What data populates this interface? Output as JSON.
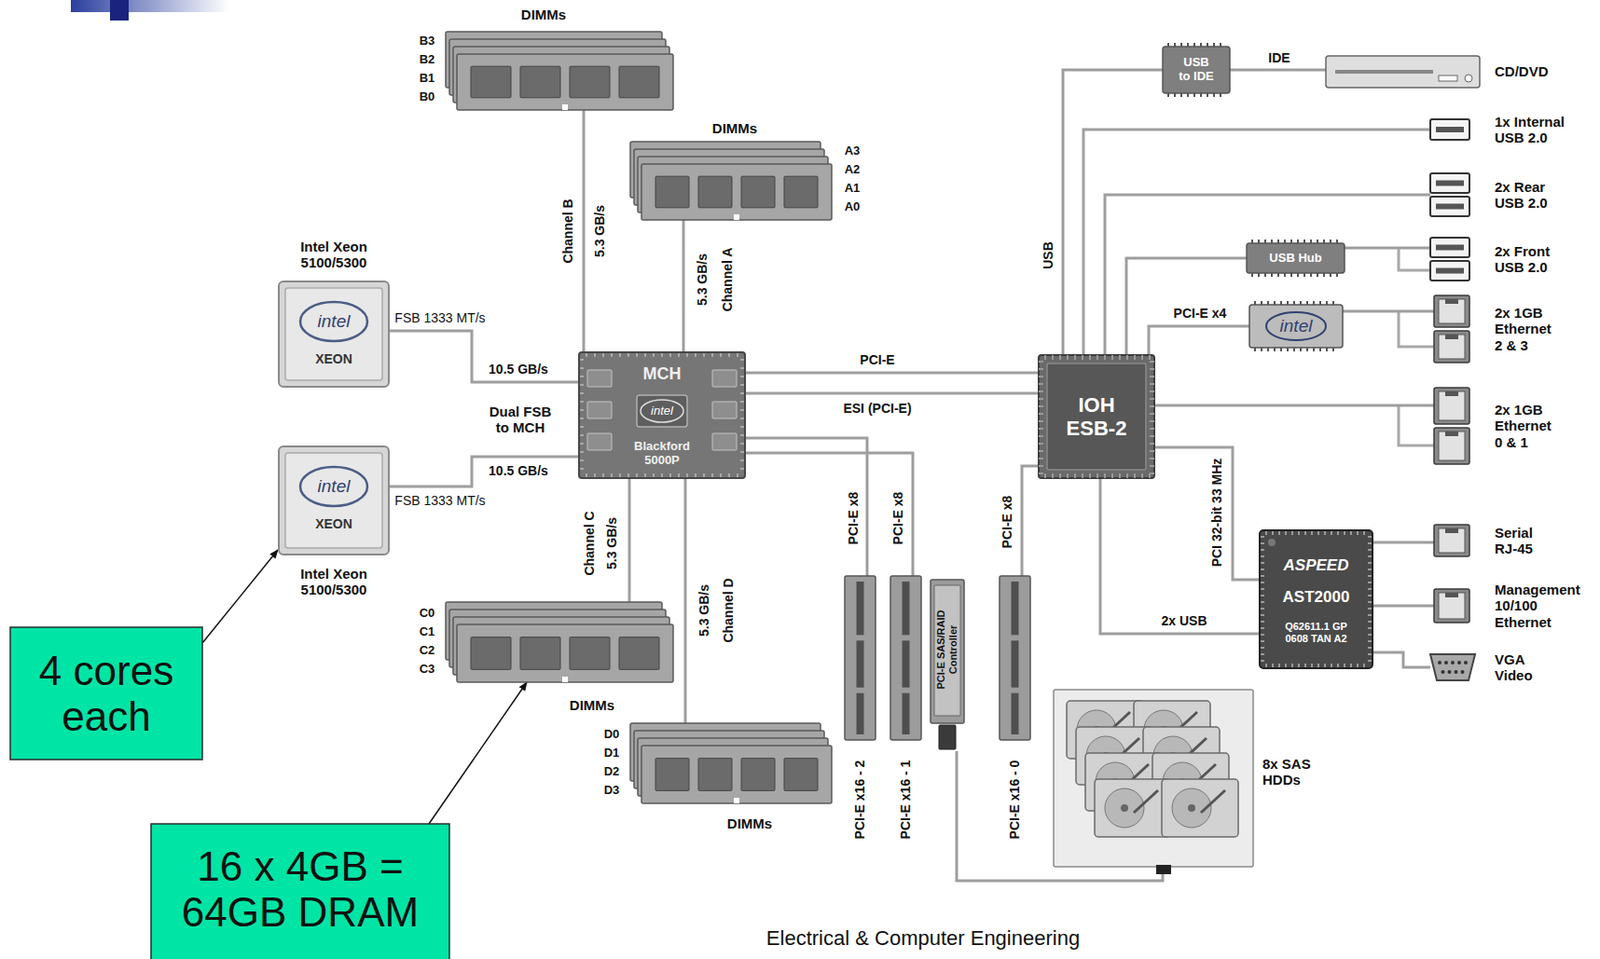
{
  "diagram": {
    "nodes": [
      {
        "text": [
          "DIMMs",
          "B3",
          "B2",
          "B1",
          "B0"
        ]
      },
      {
        "text": [
          "DIMMs",
          "A3",
          "A2",
          "A1",
          "A0"
        ]
      },
      {
        "text": [
          "Intel Xeon 5100/5300",
          "intel",
          "XEON"
        ]
      },
      {
        "text": [
          "MCH",
          "intel",
          "Blackford 5000P"
        ]
      },
      {
        "text": [
          "intel",
          "XEON",
          "Intel Xeon 5100/5300"
        ]
      },
      {
        "text": [
          "C0",
          "C1",
          "C2",
          "C3",
          "DIMMs"
        ]
      },
      {
        "text": [
          "D0",
          "D1",
          "D2",
          "D3",
          "DIMMs"
        ]
      },
      {
        "text": [
          "USB to IDE"
        ]
      },
      {
        "text": [
          "CD/DVD"
        ]
      },
      {
        "text": [
          "1x Internal USB 2.0"
        ]
      },
      {
        "text": [
          "2x Rear USB 2.0"
        ]
      },
      {
        "text": [
          "USB Hub"
        ]
      },
      {
        "text": [
          "2x Front USB 2.0"
        ]
      },
      {
        "text": [
          "intel"
        ]
      },
      {
        "text": [
          "2x 1GB Ethernet 2 & 3"
        ]
      },
      {
        "text": [
          "IOH ESB-2"
        ]
      },
      {
        "text": [
          "2x 1GB Ethernet 0 & 1"
        ]
      },
      {
        "text": [
          "ASPEED",
          "AST2000",
          "Q62611.1 GP 0608 TAN A2"
        ]
      },
      {
        "text": [
          "Serial RJ-45"
        ]
      },
      {
        "text": [
          "Management 10/100 Ethernet"
        ]
      },
      {
        "text": [
          "VGA Video"
        ]
      },
      {
        "text": [
          "PCI-E x16 - 2"
        ]
      },
      {
        "text": [
          "PCI-E x16 - 1"
        ]
      },
      {
        "text": [
          "PCI-E SAS/RAID Controller"
        ]
      },
      {
        "text": [
          "PCI-E x16 - 0"
        ]
      },
      {
        "text": [
          "8x SAS HDDs"
        ]
      },
      {
        "text": [
          "4 cores each"
        ]
      },
      {
        "text": [
          "16 x 4GB = 64GB DRAM"
        ]
      }
    ],
    "edges": [
      {
        "from": 2,
        "to": 3,
        "label": "10.5 GB/s",
        "arrow": "none"
      },
      {
        "from": 4,
        "to": 3,
        "label": "10.5 GB/s",
        "arrow": "none"
      },
      {
        "from": 0,
        "to": 3,
        "label": "5.3 GB/s",
        "arrow": "none"
      },
      {
        "from": 1,
        "to": 3,
        "label": "5.3 GB/s",
        "arrow": "none"
      },
      {
        "from": 5,
        "to": 3,
        "label": "5.3 GB/s",
        "arrow": "none"
      },
      {
        "from": 6,
        "to": 3,
        "label": "5.3 GB/s",
        "arrow": "none"
      },
      {
        "from": 3,
        "to": 15,
        "label": "PCI-E",
        "arrow": "none"
      },
      {
        "from": 3,
        "to": 15,
        "label": "ESI (PCI-E)",
        "arrow": "none"
      },
      {
        "from": 3,
        "to": 21,
        "label": "PCI-E x8",
        "arrow": "none"
      },
      {
        "from": 3,
        "to": 22,
        "label": "PCI-E x8",
        "arrow": "none"
      },
      {
        "from": 15,
        "to": 24,
        "label": "PCI-E x8",
        "arrow": "none"
      },
      {
        "from": 23,
        "to": 25,
        "arrow": "none"
      },
      {
        "from": 15,
        "to": 7,
        "label": "USB",
        "arrow": "none"
      },
      {
        "from": 7,
        "to": 8,
        "label": "IDE",
        "arrow": "none"
      },
      {
        "from": 15,
        "to": 9,
        "arrow": "none"
      },
      {
        "from": 15,
        "to": 10,
        "arrow": "none"
      },
      {
        "from": 15,
        "to": 11,
        "arrow": "none"
      },
      {
        "from": 11,
        "to": 12,
        "arrow": "none"
      },
      {
        "from": 15,
        "to": 13,
        "label": "PCI-E x4",
        "arrow": "none"
      },
      {
        "from": 13,
        "to": 14,
        "arrow": "none"
      },
      {
        "from": 15,
        "to": 16,
        "arrow": "none"
      },
      {
        "from": 15,
        "to": 17,
        "label": "PCI 32-bit 33 MHz",
        "arrow": "none"
      },
      {
        "from": 15,
        "to": 17,
        "label": "2x USB",
        "arrow": "none"
      },
      {
        "from": 17,
        "to": 18,
        "arrow": "none"
      },
      {
        "from": 17,
        "to": 19,
        "arrow": "none"
      },
      {
        "from": 17,
        "to": 20,
        "arrow": "none"
      },
      {
        "from": 26,
        "to": 4,
        "arrow": "to"
      },
      {
        "from": 27,
        "to": 5,
        "arrow": "to"
      }
    ],
    "labels": [
      "FSB 1333 MT/s",
      "Dual FSB to MCH",
      "FSB 1333 MT/s",
      "Channel B",
      "Channel A",
      "Channel C",
      "Channel D",
      "Electrical & Computer Engineering"
    ]
  }
}
